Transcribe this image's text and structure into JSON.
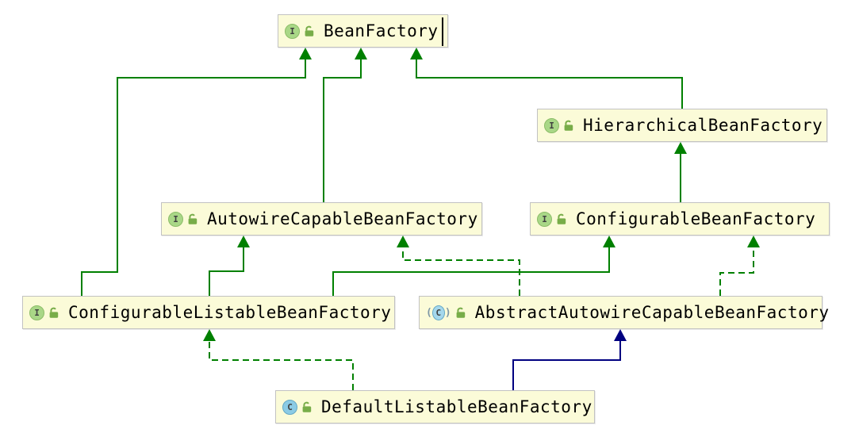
{
  "title": "BeanFactory class hierarchy UML diagram",
  "icons": {
    "interface_letter": "I",
    "class_letter": "C",
    "paren_open": "(",
    "paren_close": ")",
    "lock_state": "unlocked"
  },
  "colors": {
    "background": "#FFFFFF",
    "node_fill": "#FBFBD8",
    "node_border": "#C2C2C2",
    "interface_edge": "#008000",
    "class_edge": "#000080",
    "interface_icon_fill": "#A9D787",
    "interface_icon_border": "#8CBD68",
    "class_icon_fill": "#8BCBE5",
    "class_icon_border": "#64A8C6",
    "abstract_icon_fill": "#A5D8EC",
    "lock_green": "#78AD49",
    "caret": "#000000"
  },
  "nodes": [
    {
      "label": "BeanFactory",
      "type": "interface",
      "has_caret": true
    },
    {
      "label": "HierarchicalBeanFactory",
      "type": "interface"
    },
    {
      "label": "AutowireCapableBeanFactory",
      "type": "interface"
    },
    {
      "label": "ConfigurableBeanFactory",
      "type": "interface"
    },
    {
      "label": "ConfigurableListableBeanFactory",
      "type": "interface"
    },
    {
      "label": "AbstractAutowireCapableBeanFactory",
      "type": "abstract-class"
    },
    {
      "label": "DefaultListableBeanFactory",
      "type": "class"
    }
  ],
  "edges": [
    {
      "from": "HierarchicalBeanFactory",
      "to": "BeanFactory",
      "relation": "extends",
      "line": "solid",
      "color": "#008000"
    },
    {
      "from": "AutowireCapableBeanFactory",
      "to": "BeanFactory",
      "relation": "extends",
      "line": "solid",
      "color": "#008000"
    },
    {
      "from": "ConfigurableListableBeanFactory",
      "to": "BeanFactory",
      "relation": "extends",
      "line": "solid",
      "color": "#008000"
    },
    {
      "from": "ConfigurableBeanFactory",
      "to": "HierarchicalBeanFactory",
      "relation": "extends",
      "line": "solid",
      "color": "#008000"
    },
    {
      "from": "ConfigurableListableBeanFactory",
      "to": "AutowireCapableBeanFactory",
      "relation": "extends",
      "line": "solid",
      "color": "#008000"
    },
    {
      "from": "ConfigurableListableBeanFactory",
      "to": "ConfigurableBeanFactory",
      "relation": "extends",
      "line": "solid",
      "color": "#008000"
    },
    {
      "from": "AbstractAutowireCapableBeanFactory",
      "to": "AutowireCapableBeanFactory",
      "relation": "implements",
      "line": "dashed",
      "color": "#008000"
    },
    {
      "from": "AbstractAutowireCapableBeanFactory",
      "to": "ConfigurableBeanFactory",
      "relation": "implements",
      "line": "dashed",
      "color": "#008000"
    },
    {
      "from": "DefaultListableBeanFactory",
      "to": "ConfigurableListableBeanFactory",
      "relation": "implements",
      "line": "dashed",
      "color": "#008000"
    },
    {
      "from": "DefaultListableBeanFactory",
      "to": "AbstractAutowireCapableBeanFactory",
      "relation": "extends",
      "line": "solid",
      "color": "#000080"
    }
  ]
}
